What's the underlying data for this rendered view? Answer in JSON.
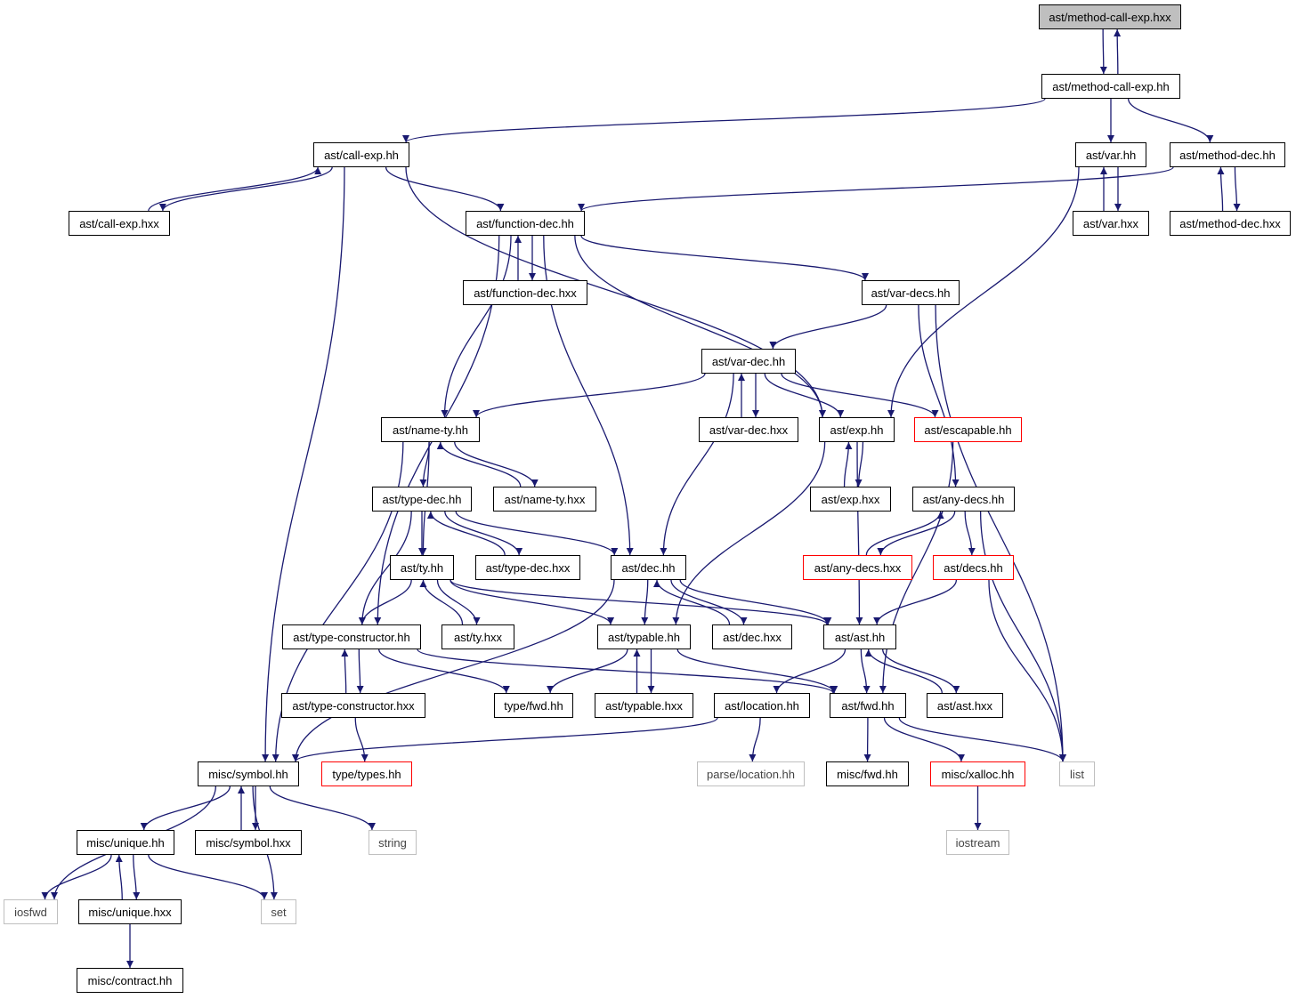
{
  "nodes": [
    {
      "id": "root",
      "label": "ast/method-call-exp.hxx",
      "kind": "root"
    },
    {
      "id": "mce_hh",
      "label": "ast/method-call-exp.hh",
      "kind": "normal"
    },
    {
      "id": "callexp_hh",
      "label": "ast/call-exp.hh",
      "kind": "normal"
    },
    {
      "id": "var_hh",
      "label": "ast/var.hh",
      "kind": "normal"
    },
    {
      "id": "mdec_hh",
      "label": "ast/method-dec.hh",
      "kind": "normal"
    },
    {
      "id": "callexp_hxx",
      "label": "ast/call-exp.hxx",
      "kind": "normal"
    },
    {
      "id": "fdec_hh",
      "label": "ast/function-dec.hh",
      "kind": "normal"
    },
    {
      "id": "var_hxx",
      "label": "ast/var.hxx",
      "kind": "normal"
    },
    {
      "id": "mdec_hxx",
      "label": "ast/method-dec.hxx",
      "kind": "normal"
    },
    {
      "id": "fdec_hxx",
      "label": "ast/function-dec.hxx",
      "kind": "normal"
    },
    {
      "id": "vardecs_hh",
      "label": "ast/var-decs.hh",
      "kind": "normal"
    },
    {
      "id": "vardec_hh",
      "label": "ast/var-dec.hh",
      "kind": "normal"
    },
    {
      "id": "namety_hh",
      "label": "ast/name-ty.hh",
      "kind": "normal"
    },
    {
      "id": "vardec_hxx",
      "label": "ast/var-dec.hxx",
      "kind": "normal"
    },
    {
      "id": "exp_hh",
      "label": "ast/exp.hh",
      "kind": "normal"
    },
    {
      "id": "escapable_hh",
      "label": "ast/escapable.hh",
      "kind": "red"
    },
    {
      "id": "typedec_hh",
      "label": "ast/type-dec.hh",
      "kind": "normal"
    },
    {
      "id": "namety_hxx",
      "label": "ast/name-ty.hxx",
      "kind": "normal"
    },
    {
      "id": "exp_hxx",
      "label": "ast/exp.hxx",
      "kind": "normal"
    },
    {
      "id": "anydecs_hh",
      "label": "ast/any-decs.hh",
      "kind": "normal"
    },
    {
      "id": "ty_hh",
      "label": "ast/ty.hh",
      "kind": "normal"
    },
    {
      "id": "typedec_hxx",
      "label": "ast/type-dec.hxx",
      "kind": "normal"
    },
    {
      "id": "dec_hh",
      "label": "ast/dec.hh",
      "kind": "normal"
    },
    {
      "id": "anydecs_hxx",
      "label": "ast/any-decs.hxx",
      "kind": "red"
    },
    {
      "id": "decs_hh",
      "label": "ast/decs.hh",
      "kind": "red"
    },
    {
      "id": "tycons_hh",
      "label": "ast/type-constructor.hh",
      "kind": "normal"
    },
    {
      "id": "ty_hxx",
      "label": "ast/ty.hxx",
      "kind": "normal"
    },
    {
      "id": "typable_hh",
      "label": "ast/typable.hh",
      "kind": "normal"
    },
    {
      "id": "dec_hxx",
      "label": "ast/dec.hxx",
      "kind": "normal"
    },
    {
      "id": "ast_hh",
      "label": "ast/ast.hh",
      "kind": "normal"
    },
    {
      "id": "tycons_hxx",
      "label": "ast/type-constructor.hxx",
      "kind": "normal"
    },
    {
      "id": "typefwd_hh",
      "label": "type/fwd.hh",
      "kind": "normal"
    },
    {
      "id": "typable_hxx",
      "label": "ast/typable.hxx",
      "kind": "normal"
    },
    {
      "id": "location_hh",
      "label": "ast/location.hh",
      "kind": "normal"
    },
    {
      "id": "astfwd_hh",
      "label": "ast/fwd.hh",
      "kind": "normal"
    },
    {
      "id": "ast_hxx",
      "label": "ast/ast.hxx",
      "kind": "normal"
    },
    {
      "id": "symbol_hh",
      "label": "misc/symbol.hh",
      "kind": "normal"
    },
    {
      "id": "types_hh",
      "label": "type/types.hh",
      "kind": "red"
    },
    {
      "id": "plocation_hh",
      "label": "parse/location.hh",
      "kind": "ext"
    },
    {
      "id": "miscfwd_hh",
      "label": "misc/fwd.hh",
      "kind": "normal"
    },
    {
      "id": "xalloc_hh",
      "label": "misc/xalloc.hh",
      "kind": "red"
    },
    {
      "id": "list",
      "label": "list",
      "kind": "ext"
    },
    {
      "id": "unique_hh",
      "label": "misc/unique.hh",
      "kind": "normal"
    },
    {
      "id": "symbol_hxx",
      "label": "misc/symbol.hxx",
      "kind": "normal"
    },
    {
      "id": "string",
      "label": "string",
      "kind": "ext"
    },
    {
      "id": "iostream",
      "label": "iostream",
      "kind": "ext"
    },
    {
      "id": "iosfwd",
      "label": "iosfwd",
      "kind": "ext"
    },
    {
      "id": "unique_hxx",
      "label": "misc/unique.hxx",
      "kind": "normal"
    },
    {
      "id": "set",
      "label": "set",
      "kind": "ext"
    },
    {
      "id": "contract_hh",
      "label": "misc/contract.hh",
      "kind": "normal"
    }
  ],
  "edges": [
    [
      "root",
      "mce_hh"
    ],
    [
      "mce_hh",
      "root"
    ],
    [
      "mce_hh",
      "callexp_hh"
    ],
    [
      "mce_hh",
      "var_hh"
    ],
    [
      "mce_hh",
      "mdec_hh"
    ],
    [
      "callexp_hh",
      "callexp_hxx"
    ],
    [
      "callexp_hxx",
      "callexp_hh"
    ],
    [
      "callexp_hh",
      "fdec_hh"
    ],
    [
      "callexp_hh",
      "exp_hh"
    ],
    [
      "callexp_hh",
      "symbol_hh"
    ],
    [
      "var_hh",
      "var_hxx"
    ],
    [
      "var_hxx",
      "var_hh"
    ],
    [
      "var_hh",
      "exp_hh"
    ],
    [
      "mdec_hh",
      "mdec_hxx"
    ],
    [
      "mdec_hxx",
      "mdec_hh"
    ],
    [
      "mdec_hh",
      "fdec_hh"
    ],
    [
      "fdec_hh",
      "fdec_hxx"
    ],
    [
      "fdec_hxx",
      "fdec_hh"
    ],
    [
      "fdec_hh",
      "vardecs_hh"
    ],
    [
      "fdec_hh",
      "namety_hh"
    ],
    [
      "fdec_hh",
      "tycons_hh"
    ],
    [
      "fdec_hh",
      "dec_hh"
    ],
    [
      "fdec_hh",
      "exp_hh"
    ],
    [
      "vardecs_hh",
      "vardec_hh"
    ],
    [
      "vardecs_hh",
      "anydecs_hh"
    ],
    [
      "vardecs_hh",
      "list"
    ],
    [
      "vardec_hh",
      "vardec_hxx"
    ],
    [
      "vardec_hxx",
      "vardec_hh"
    ],
    [
      "vardec_hh",
      "namety_hh"
    ],
    [
      "vardec_hh",
      "exp_hh"
    ],
    [
      "vardec_hh",
      "escapable_hh"
    ],
    [
      "vardec_hh",
      "dec_hh"
    ],
    [
      "namety_hh",
      "namety_hxx"
    ],
    [
      "namety_hxx",
      "namety_hh"
    ],
    [
      "namety_hh",
      "typedec_hh"
    ],
    [
      "namety_hh",
      "ty_hh"
    ],
    [
      "namety_hh",
      "symbol_hh"
    ],
    [
      "exp_hh",
      "exp_hxx"
    ],
    [
      "exp_hxx",
      "exp_hh"
    ],
    [
      "exp_hh",
      "typable_hh"
    ],
    [
      "exp_hh",
      "ast_hh"
    ],
    [
      "escapable_hh",
      "astfwd_hh"
    ],
    [
      "typedec_hh",
      "typedec_hxx"
    ],
    [
      "typedec_hxx",
      "typedec_hh"
    ],
    [
      "typedec_hh",
      "ty_hh"
    ],
    [
      "typedec_hh",
      "dec_hh"
    ],
    [
      "typedec_hh",
      "tycons_hh"
    ],
    [
      "anydecs_hh",
      "anydecs_hxx"
    ],
    [
      "anydecs_hxx",
      "anydecs_hh"
    ],
    [
      "anydecs_hh",
      "decs_hh"
    ],
    [
      "anydecs_hh",
      "list"
    ],
    [
      "ty_hh",
      "ty_hxx"
    ],
    [
      "ty_hxx",
      "ty_hh"
    ],
    [
      "ty_hh",
      "tycons_hh"
    ],
    [
      "ty_hh",
      "typable_hh"
    ],
    [
      "ty_hh",
      "ast_hh"
    ],
    [
      "dec_hh",
      "dec_hxx"
    ],
    [
      "dec_hxx",
      "dec_hh"
    ],
    [
      "dec_hh",
      "typable_hh"
    ],
    [
      "dec_hh",
      "ast_hh"
    ],
    [
      "dec_hh",
      "symbol_hh"
    ],
    [
      "decs_hh",
      "ast_hh"
    ],
    [
      "decs_hh",
      "list"
    ],
    [
      "tycons_hh",
      "tycons_hxx"
    ],
    [
      "tycons_hxx",
      "tycons_hh"
    ],
    [
      "tycons_hh",
      "typefwd_hh"
    ],
    [
      "tycons_hh",
      "astfwd_hh"
    ],
    [
      "tycons_hxx",
      "types_hh"
    ],
    [
      "typable_hh",
      "typable_hxx"
    ],
    [
      "typable_hxx",
      "typable_hh"
    ],
    [
      "typable_hh",
      "typefwd_hh"
    ],
    [
      "typable_hh",
      "astfwd_hh"
    ],
    [
      "ast_hh",
      "ast_hxx"
    ],
    [
      "ast_hxx",
      "ast_hh"
    ],
    [
      "ast_hh",
      "location_hh"
    ],
    [
      "ast_hh",
      "astfwd_hh"
    ],
    [
      "location_hh",
      "plocation_hh"
    ],
    [
      "location_hh",
      "symbol_hh"
    ],
    [
      "astfwd_hh",
      "miscfwd_hh"
    ],
    [
      "astfwd_hh",
      "xalloc_hh"
    ],
    [
      "astfwd_hh",
      "list"
    ],
    [
      "xalloc_hh",
      "iostream"
    ],
    [
      "symbol_hh",
      "symbol_hxx"
    ],
    [
      "symbol_hxx",
      "symbol_hh"
    ],
    [
      "symbol_hh",
      "unique_hh"
    ],
    [
      "symbol_hh",
      "string"
    ],
    [
      "symbol_hh",
      "iosfwd"
    ],
    [
      "symbol_hh",
      "set"
    ],
    [
      "unique_hh",
      "unique_hxx"
    ],
    [
      "unique_hxx",
      "unique_hh"
    ],
    [
      "unique_hh",
      "iosfwd"
    ],
    [
      "unique_hh",
      "set"
    ],
    [
      "unique_hxx",
      "contract_hh"
    ]
  ],
  "colors": {
    "edge": "#191970",
    "root_fill": "#bfbfbf",
    "red_border": "#ff0000",
    "ext_border": "#bfbfbf",
    "node_border": "#000000"
  }
}
